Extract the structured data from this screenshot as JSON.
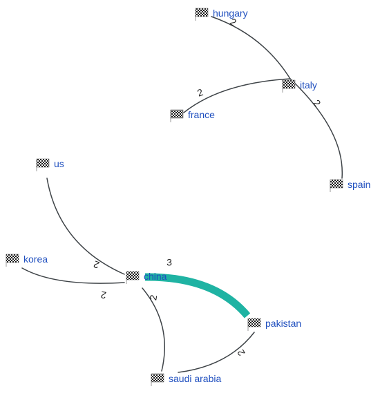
{
  "diagram": {
    "type": "network-graph",
    "colors": {
      "edge": "#3f4448",
      "highlight_edge": "#1fb3a3",
      "label": "#1f4fbf",
      "weight": "#222222",
      "flag_dark": "#1a1a1a",
      "flag_light": "#ffffff"
    },
    "node_icon": "checkered-flag-icon",
    "nodes": [
      {
        "id": "hungary",
        "label": "hungary"
      },
      {
        "id": "italy",
        "label": "italy"
      },
      {
        "id": "france",
        "label": "france"
      },
      {
        "id": "spain",
        "label": "spain"
      },
      {
        "id": "us",
        "label": "us"
      },
      {
        "id": "korea",
        "label": "korea"
      },
      {
        "id": "china",
        "label": "china"
      },
      {
        "id": "pakistan",
        "label": "pakistan"
      },
      {
        "id": "saudi_arabia",
        "label": "saudi arabia"
      }
    ],
    "edges": [
      {
        "source": "hungary",
        "target": "italy",
        "weight": "2",
        "highlighted": false
      },
      {
        "source": "italy",
        "target": "france",
        "weight": "2",
        "highlighted": false
      },
      {
        "source": "italy",
        "target": "spain",
        "weight": "2",
        "highlighted": false
      },
      {
        "source": "us",
        "target": "china",
        "weight": "2",
        "highlighted": false
      },
      {
        "source": "korea",
        "target": "china",
        "weight": "2",
        "highlighted": false
      },
      {
        "source": "china",
        "target": "pakistan",
        "weight": "3",
        "highlighted": true
      },
      {
        "source": "china",
        "target": "saudi_arabia",
        "weight": "2",
        "highlighted": false
      },
      {
        "source": "saudi_arabia",
        "target": "pakistan",
        "weight": "2",
        "highlighted": false
      }
    ]
  }
}
